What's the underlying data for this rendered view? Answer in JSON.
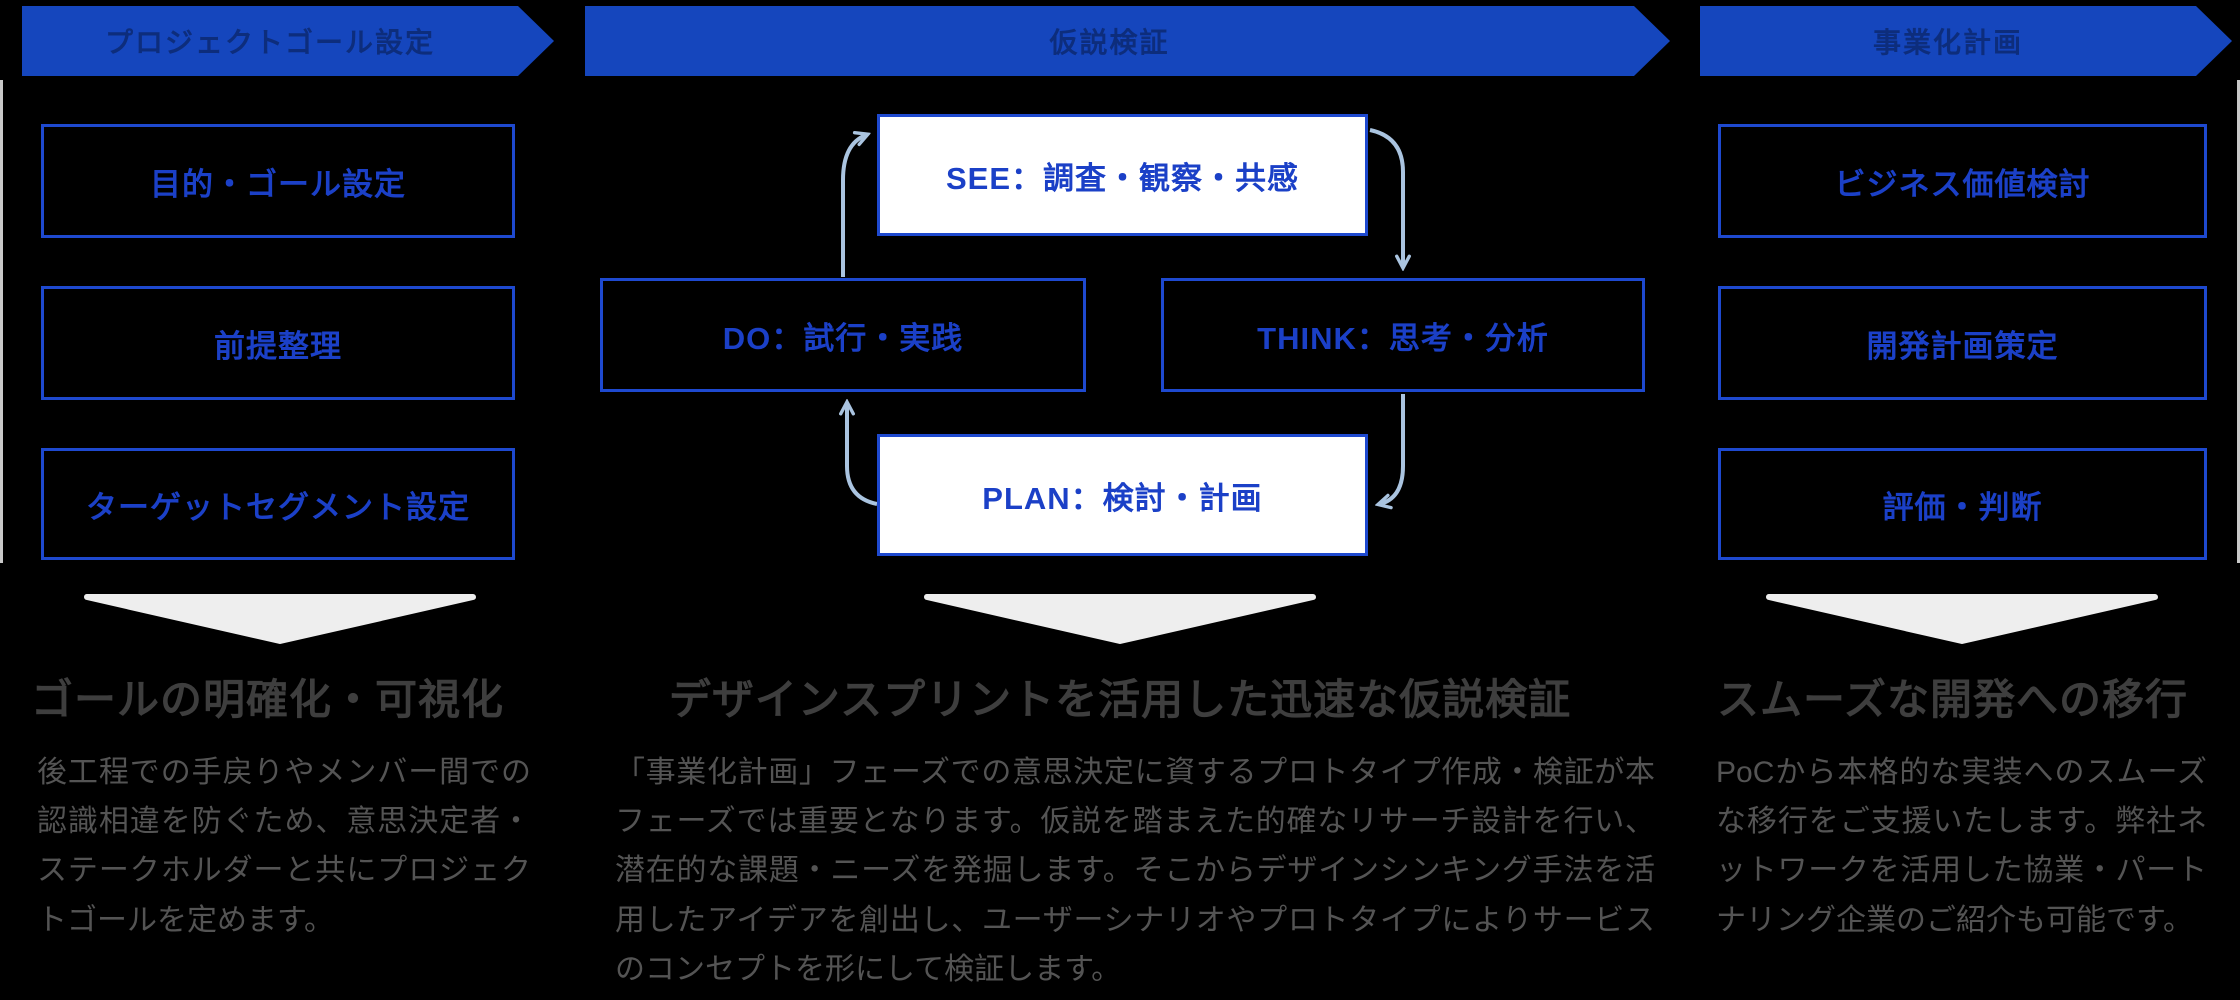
{
  "colors": {
    "background": "#000000",
    "banner_blue": "#1546bd",
    "banner_text_navy": "#0d2d7c",
    "box_border_blue": "#1e49cf",
    "box_text_blue": "#1b40c7",
    "cycle_arrow_light_blue": "#aac4e0",
    "chevron_white": "#eeeeee",
    "panel_edge_gray": "#c9c9c9",
    "heading_gray": "#3e3e3e",
    "body_gray": "#545454"
  },
  "phases": [
    {
      "arrow_label": "プロジェクトゴール設定",
      "boxes": [
        "目的・ゴール設定",
        "前提整理",
        "ターゲットセグメント設定"
      ],
      "heading": "ゴールの明確化・可視化",
      "description": "後工程での手戻りやメンバー間での認識相違を防ぐため、意思決定者・ステークホルダーと共にプロジェクトゴールを定めます。"
    },
    {
      "arrow_label": "仮説検証",
      "cycle": {
        "see": "SEE：調査・観察・共感",
        "think": "THINK：思考・分析",
        "plan": "PLAN：検討・計画",
        "do": "DO：試行・実践"
      },
      "heading": "デザインスプリントを活用した迅速な仮説検証",
      "description": "「事業化計画」フェーズでの意思決定に資するプロトタイプ作成・検証が本フェーズでは重要となります。仮説を踏まえた的確なリサーチ設計を行い、潜在的な課題・ニーズを発掘します。そこからデザインシンキング手法を活用したアイデアを創出し、ユーザーシナリオやプロトタイプによりサービスのコンセプトを形にして検証します。"
    },
    {
      "arrow_label": "事業化計画",
      "boxes": [
        "ビジネス価値検討",
        "開発計画策定",
        "評価・判断"
      ],
      "heading": "スムーズな開発への移行",
      "description": "PoCから本格的な実装へのスムーズな移行をご支援いたします。弊社ネットワークを活用した協業・パートナリング企業のご紹介も可能です。"
    }
  ]
}
